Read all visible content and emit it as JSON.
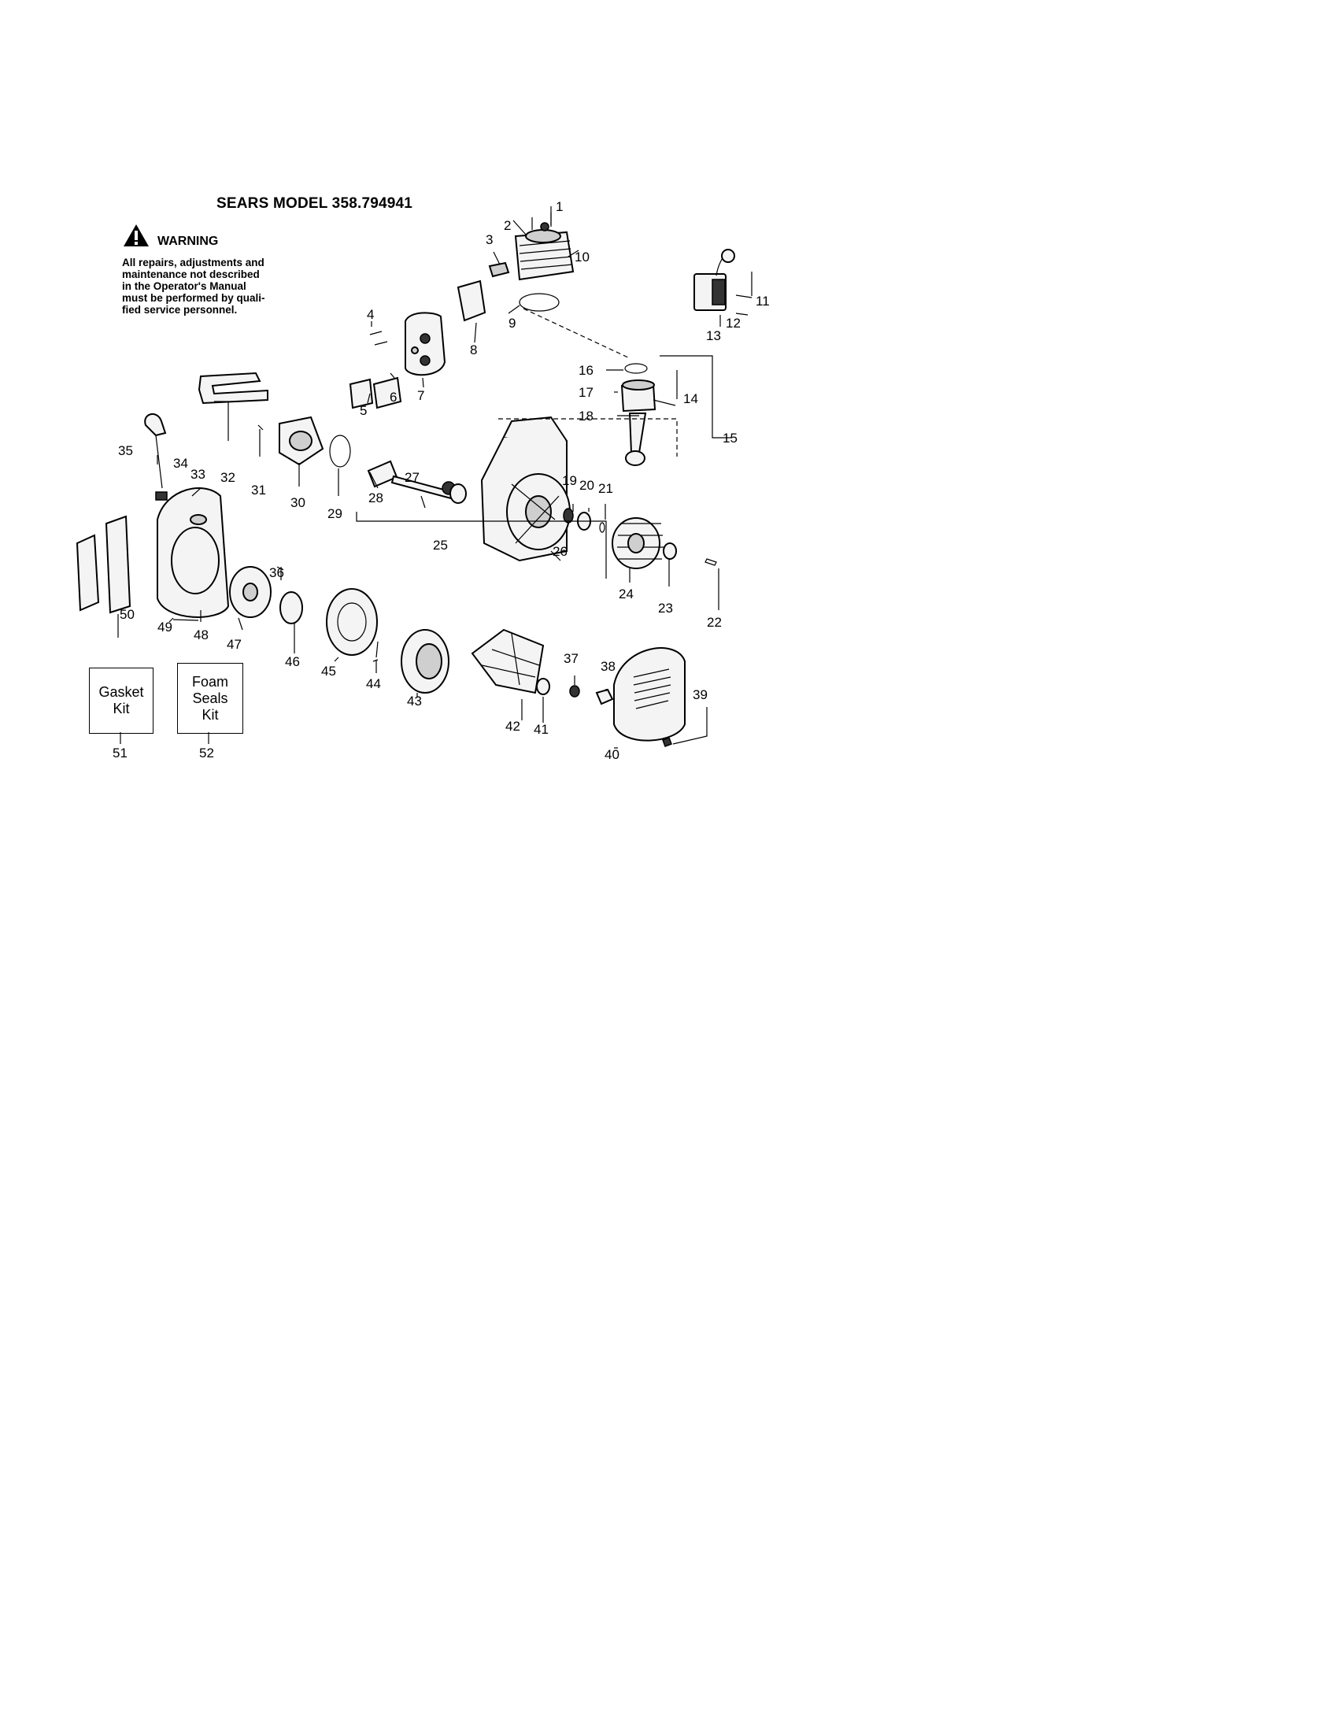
{
  "title": "SEARS MODEL 358.794941",
  "warning": {
    "heading": "WARNING",
    "lines": [
      "All repairs, adjustments and",
      "maintenance not described",
      "in the Operator's Manual",
      "must be performed by quali-",
      "fied service personnel."
    ]
  },
  "kits": [
    {
      "number": "51",
      "lines": [
        "Gasket",
        "Kit"
      ]
    },
    {
      "number": "52",
      "lines": [
        "Foam",
        "Seals",
        "Kit"
      ]
    }
  ],
  "part_numbers": [
    "1",
    "2",
    "3",
    "4",
    "5",
    "6",
    "7",
    "8",
    "9",
    "10",
    "11",
    "12",
    "13",
    "14",
    "15",
    "16",
    "17",
    "18",
    "19",
    "20",
    "21",
    "22",
    "23",
    "24",
    "25",
    "26",
    "27",
    "28",
    "29",
    "30",
    "31",
    "32",
    "33",
    "34",
    "35",
    "36",
    "37",
    "38",
    "39",
    "40",
    "41",
    "42",
    "43",
    "44",
    "45",
    "46",
    "47",
    "48",
    "49",
    "50"
  ]
}
